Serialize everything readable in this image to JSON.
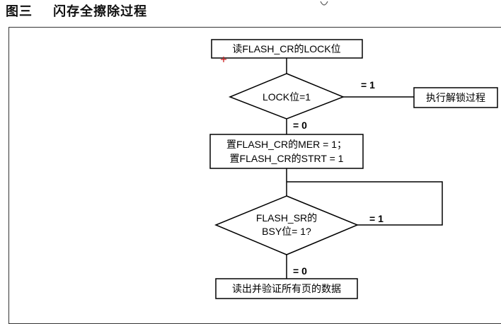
{
  "caption": "图三    闪存全擦除过程",
  "nodes": {
    "read_lock": "读FLASH_CR的LOCK位",
    "lock_decision": "LOCK位=1",
    "unlock": "执行解锁过程",
    "set_mer_line1": "置FLASH_CR的MER = 1；",
    "set_mer_line2": "置FLASH_CR的STRT = 1",
    "bsy_line1": "FLASH_SR的",
    "bsy_line2": "BSY位= 1?",
    "verify": "读出并验证所有页的数据"
  },
  "edges": {
    "lock_yes": "= 1",
    "lock_no": "= 0",
    "bsy_yes": "= 1",
    "bsy_no": "= 0"
  }
}
